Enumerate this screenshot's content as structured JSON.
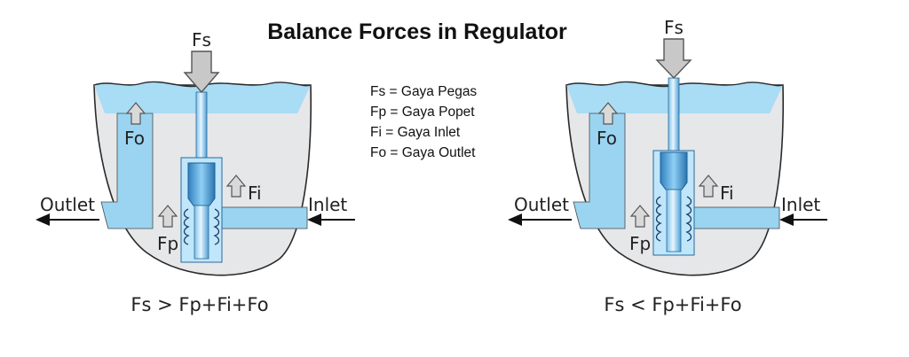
{
  "title": "Balance Forces in Regulator",
  "legend": [
    "Fs = Gaya Pegas",
    "Fp = Gaya Popet",
    "Fi  = Gaya Inlet",
    "Fo = Gaya Outlet"
  ],
  "left_diagram": {
    "fs_label": "Fs",
    "fo_label": "Fo",
    "fi_label": "Fi",
    "fp_label": "Fp",
    "outlet_label": "Outlet",
    "inlet_label": "Inlet",
    "equation": "Fs > Fp+Fi+Fo"
  },
  "right_diagram": {
    "fs_label": "Fs",
    "fo_label": "Fo",
    "fi_label": "Fi",
    "fp_label": "Fp",
    "outlet_label": "Outlet",
    "inlet_label": "Inlet",
    "equation": "Fs < Fp+Fi+Fo"
  },
  "colors": {
    "fluid": "#a9dcf5",
    "valve": "#3f8fc9",
    "body": "#e6e7e9"
  }
}
